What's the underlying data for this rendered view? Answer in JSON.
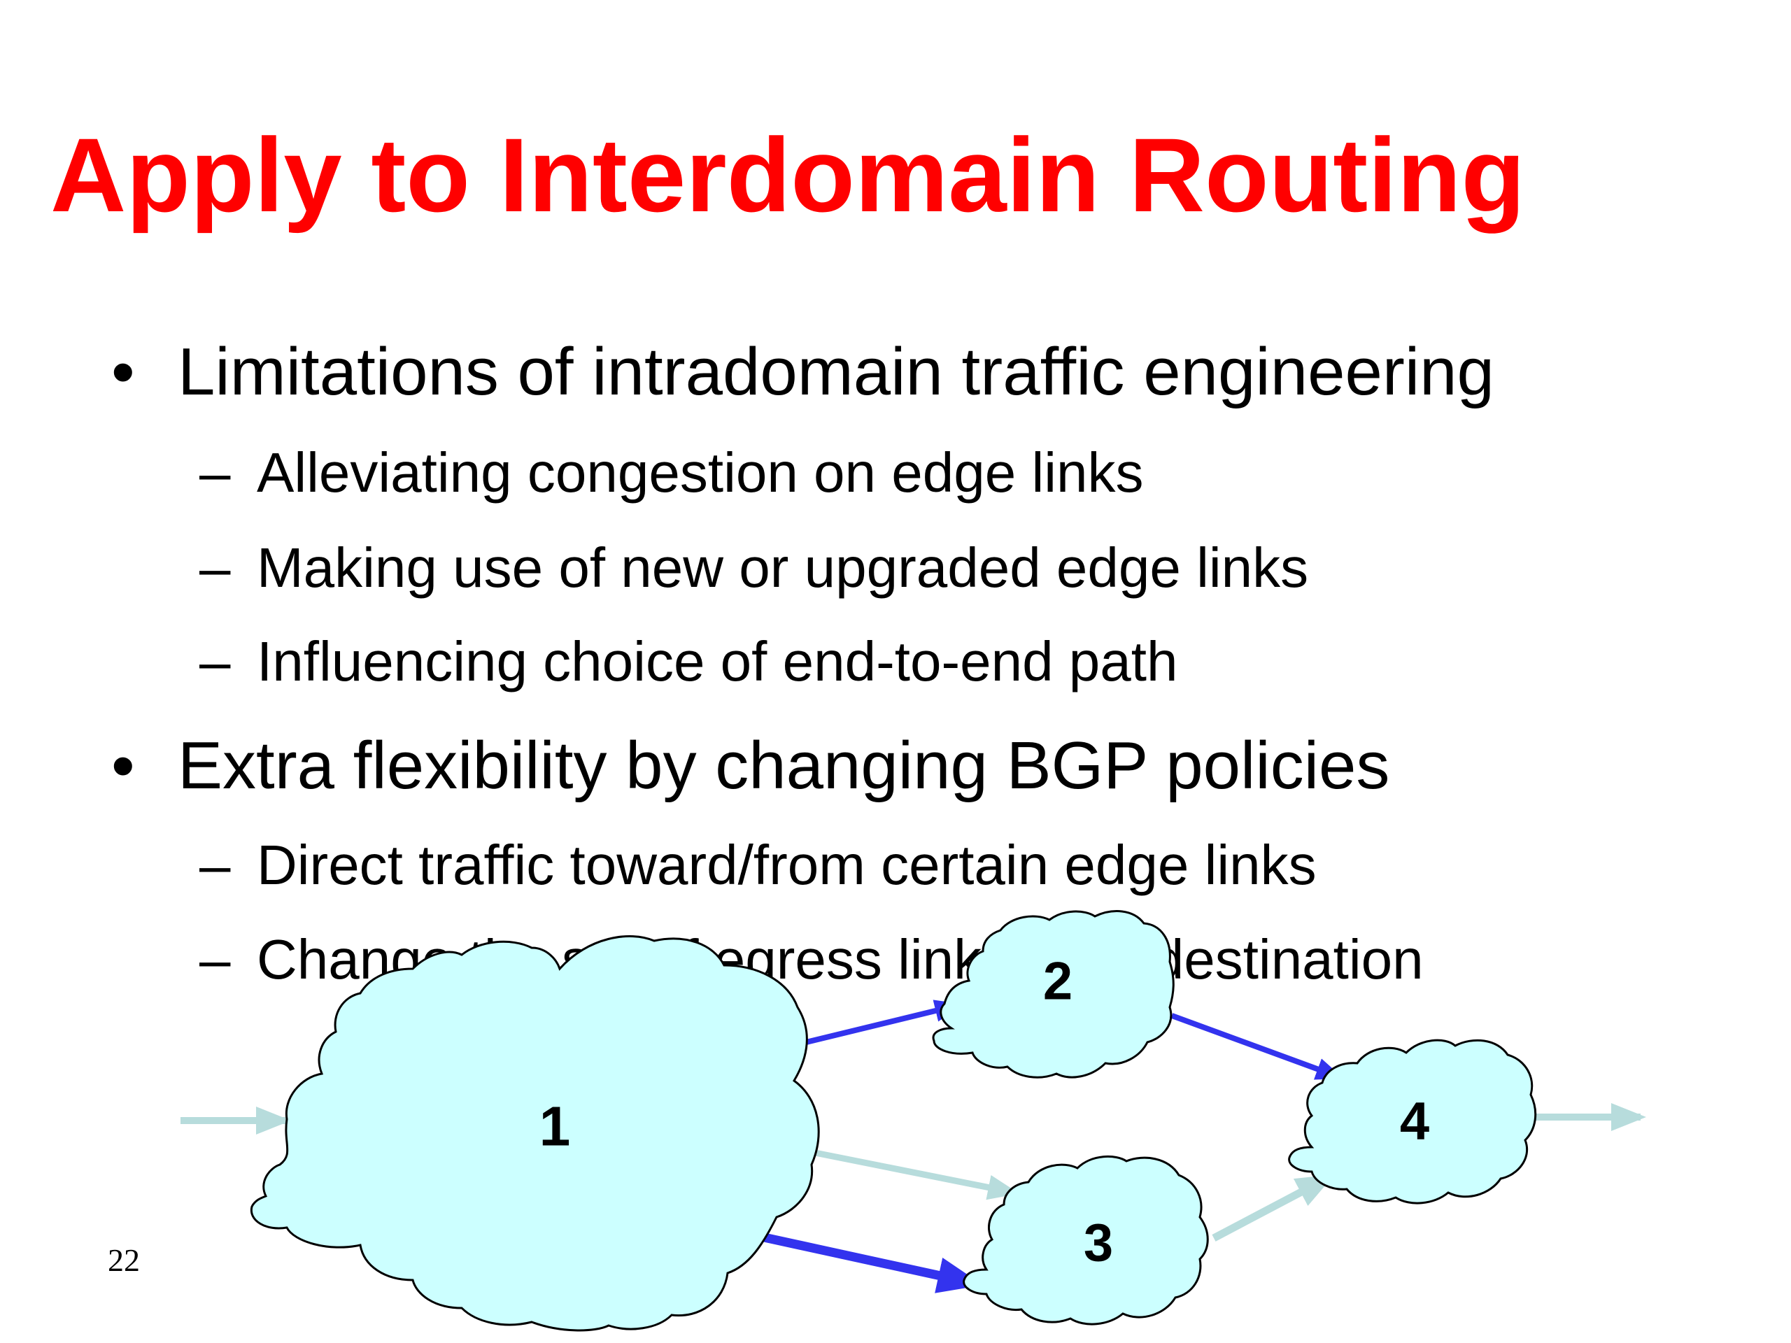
{
  "slide": {
    "title": "Apply to Interdomain Routing",
    "bullets": [
      {
        "marker": "•",
        "text": "Limitations of intradomain traffic engineering",
        "sub": [
          {
            "marker": "–",
            "text": "Alleviating congestion on edge links"
          },
          {
            "marker": "–",
            "text": "Making use of new or upgraded edge links"
          },
          {
            "marker": "–",
            "text": "Influencing choice of end-to-end path"
          }
        ]
      },
      {
        "marker": "•",
        "text": "Extra flexibility by changing BGP policies",
        "sub": [
          {
            "marker": "–",
            "text": "Direct traffic toward/from certain edge links"
          },
          {
            "marker": "–",
            "text": "Change the set of egress links for a destination"
          }
        ]
      }
    ],
    "page_number": "22"
  },
  "diagram": {
    "nodes": [
      {
        "label": "1"
      },
      {
        "label": "2"
      },
      {
        "label": "3"
      },
      {
        "label": "4"
      }
    ],
    "colors": {
      "cloud_fill": "#ccffff",
      "cloud_stroke": "#000000",
      "active_arrow": "#3333ee",
      "inactive_arrow": "#b7dcdc",
      "title": "#ff0000"
    }
  }
}
